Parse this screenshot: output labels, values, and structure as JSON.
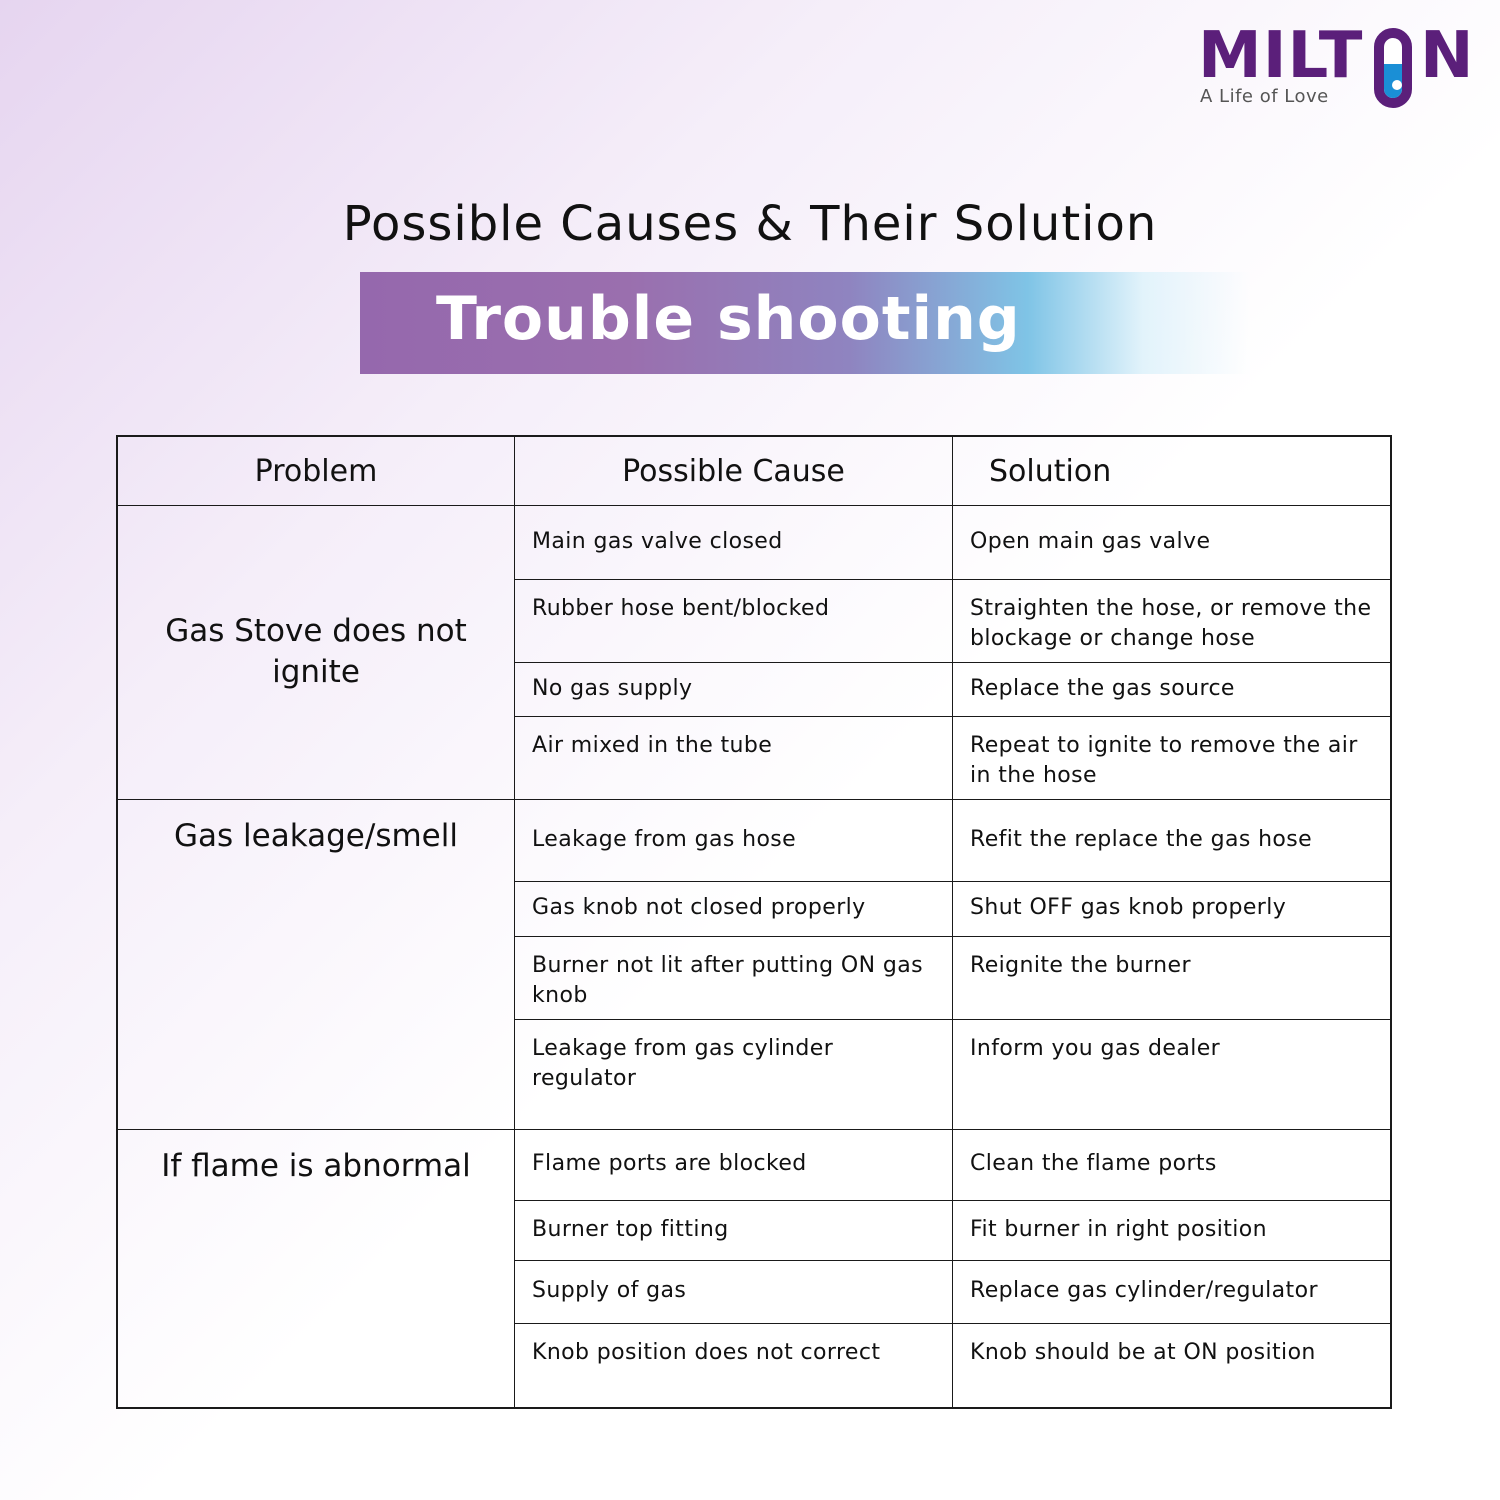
{
  "brand": {
    "name_part1": "MILT",
    "name_part2": "N",
    "tagline": "A Life of Love"
  },
  "subtitle": "Possible Causes & Their Solution",
  "banner_title": "Trouble shooting",
  "table": {
    "headers": [
      "Problem",
      "Possible Cause",
      "Solution"
    ],
    "groups": [
      {
        "problem": "Gas Stove does not ignite",
        "rows": [
          {
            "cause": "Main gas valve closed",
            "solution": "Open main gas valve"
          },
          {
            "cause": "Rubber hose bent/blocked",
            "solution": "Straighten the hose, or remove the blockage or change hose"
          },
          {
            "cause": "No gas supply",
            "solution": "Replace the gas source"
          },
          {
            "cause": "Air mixed in the tube",
            "solution": "Repeat to ignite to remove the air in the hose"
          }
        ]
      },
      {
        "problem": "Gas leakage/smell",
        "rows": [
          {
            "cause": "Leakage from gas hose",
            "solution": "Refit the replace the gas hose"
          },
          {
            "cause": "Gas knob not closed properly",
            "solution": "Shut OFF gas knob properly"
          },
          {
            "cause": "Burner not lit after putting ON gas knob",
            "solution": "Reignite the burner"
          },
          {
            "cause": "Leakage from gas cylinder regulator",
            "solution": "Inform you gas dealer"
          }
        ]
      },
      {
        "problem": "If flame is abnormal",
        "rows": [
          {
            "cause": "Flame ports are blocked",
            "solution": "Clean the flame ports"
          },
          {
            "cause": "Burner top fitting",
            "solution": "Fit burner in right position"
          },
          {
            "cause": "Supply of gas",
            "solution": "Replace gas cylinder/regulator"
          },
          {
            "cause": "Knob position does not correct",
            "solution": "Knob should be at ON position"
          }
        ]
      }
    ]
  },
  "colors": {
    "brand_purple": "#5b1f7a",
    "brand_blue": "#1a8fd6",
    "banner_start": "#9568ad",
    "banner_end": "#7fc4e6"
  }
}
